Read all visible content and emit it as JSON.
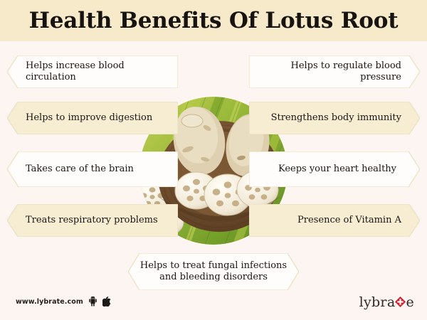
{
  "header": {
    "title": "Health Benefits Of Lotus Root"
  },
  "colors": {
    "header_bg": "#f7eaca",
    "page_bg": "#fdf5f1",
    "banner_white": "#fffdfb",
    "banner_cream": "#f6edd3",
    "banner_border": "#e8d9b4",
    "text": "#1a1512",
    "logo_red": "#cf2030",
    "leaf_green": "#8fb335",
    "bowl_brown": "#7a5333",
    "root_tan": "#d9c49c"
  },
  "benefits": {
    "left": [
      {
        "label": "Helps increase blood circulation",
        "fill": "white"
      },
      {
        "label": "Helps to improve digestion",
        "fill": "cream"
      },
      {
        "label": "Takes care of the brain",
        "fill": "white"
      },
      {
        "label": "Treats respiratory problems",
        "fill": "cream"
      }
    ],
    "right": [
      {
        "label": "Helps to regulate blood pressure",
        "fill": "white"
      },
      {
        "label": "Strengthens body immunity",
        "fill": "cream"
      },
      {
        "label": "Keeps your heart healthy",
        "fill": "white"
      },
      {
        "label": "Presence of Vitamin A",
        "fill": "cream"
      }
    ],
    "bottom": {
      "line1": "Helps to treat fungal infections",
      "line2": "and bleeding disorders",
      "fill": "white"
    }
  },
  "photo": {
    "alt": "lotus-root-in-wooden-bowl-on-banana-leaf"
  },
  "footer": {
    "url": "www.lybrate.com",
    "android_icon": "android-icon",
    "apple_icon": "apple-icon",
    "logo_prefix": "lybra",
    "logo_suffix": "e",
    "logo_badge": "medical-cross-badge"
  }
}
